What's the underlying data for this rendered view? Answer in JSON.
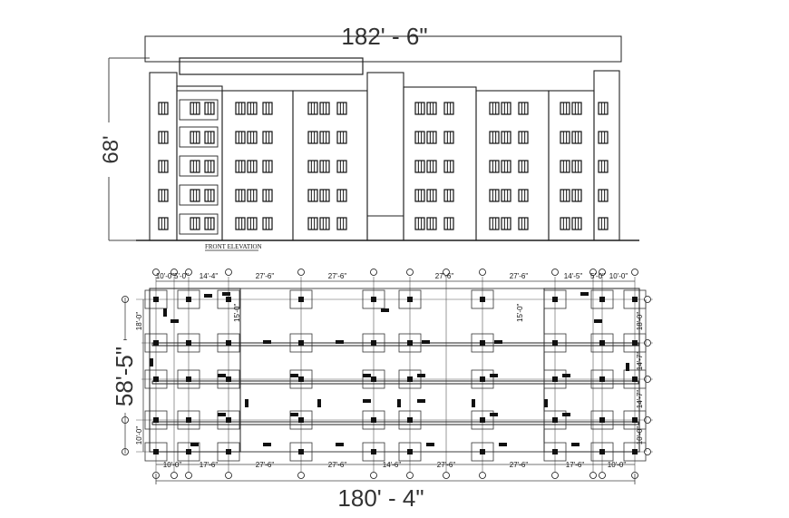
{
  "elevation": {
    "overall_width": "182' - 6\"",
    "overall_height": "68'",
    "caption": "FRONT ELEVATION"
  },
  "plan": {
    "overall_width": "180' - 4\"",
    "overall_depth": "58'-5\"",
    "top_dims": [
      "10'-0\"",
      "5'-0\"",
      "14'-4\"",
      "27'-6\"",
      "27'-6\"",
      "27'-6\"",
      "27'-6\"",
      "14'-5\"",
      "5'-0\"",
      "10'-0\""
    ],
    "bottom_dims": [
      "10'-0\"",
      "17'-6\"",
      "27'-6\"",
      "27'-6\"",
      "14'-6\"",
      "27'-6\"",
      "27'-6\"",
      "17'-6\"",
      "10'-0\""
    ],
    "left_dims": [
      "18'-0\"",
      "14'-7\"",
      "14'-7\"",
      "10'-0\""
    ],
    "right_dims": [
      "18'-0\"",
      "14'-7\"",
      "14'-7\"",
      "10'-0\""
    ],
    "inner_dims": [
      "15'-0\"",
      "15'-0\""
    ]
  }
}
